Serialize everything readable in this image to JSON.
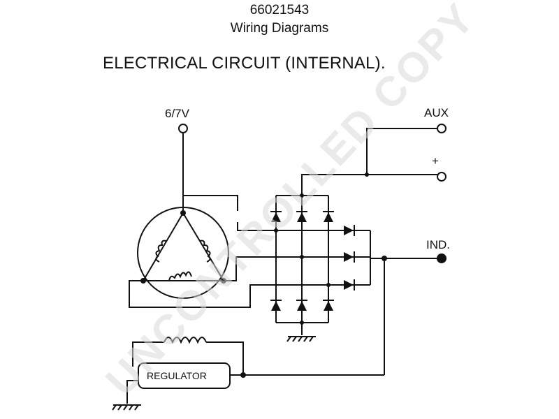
{
  "header": {
    "part_number": "66021543",
    "subtitle": "Wiring Diagrams"
  },
  "circuit_title": "ELECTRICAL CIRCUIT (INTERNAL).",
  "terminals": {
    "voltage": "6/7V",
    "aux": "AUX",
    "plus": "+",
    "ind": "IND."
  },
  "regulator_label": "REGULATOR",
  "watermark": "UNCONTROLLED COPY"
}
